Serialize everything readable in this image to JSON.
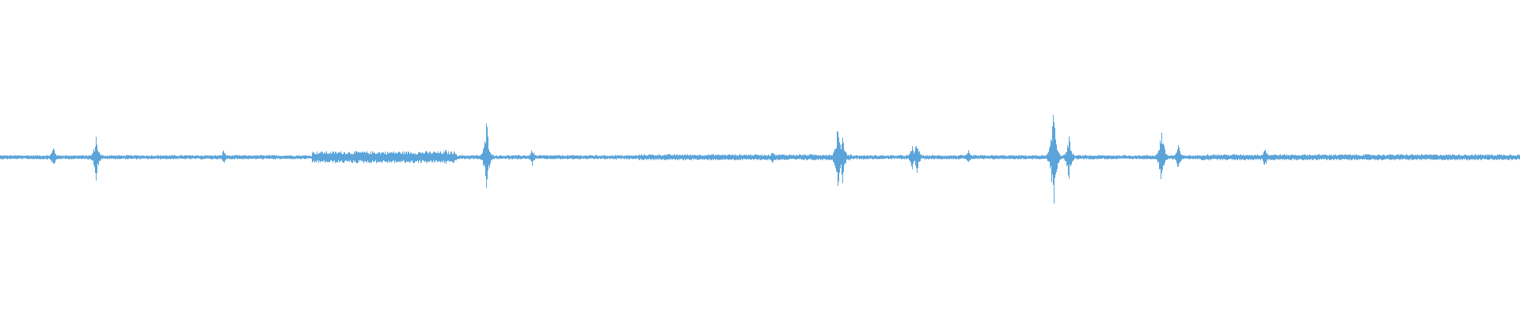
{
  "waveform": {
    "color": "#5ba4d9",
    "background": "#ffffff",
    "amplitude_scale": 1.0,
    "baseline_noise": 0.025,
    "dense_region": {
      "start": 0.205,
      "end": 0.3,
      "level": 0.07
    },
    "mid_region": {
      "start": 0.42,
      "end": 0.56,
      "level": 0.035
    },
    "late_region": {
      "start": 0.79,
      "end": 1.0,
      "level": 0.035
    },
    "spikes": [
      {
        "pos": 0.035,
        "amp": 0.14
      },
      {
        "pos": 0.063,
        "amp": 0.28
      },
      {
        "pos": 0.147,
        "amp": 0.1
      },
      {
        "pos": 0.212,
        "amp": 0.08
      },
      {
        "pos": 0.293,
        "amp": 0.1
      },
      {
        "pos": 0.32,
        "amp": 0.47
      },
      {
        "pos": 0.35,
        "amp": 0.11
      },
      {
        "pos": 0.405,
        "amp": 0.04
      },
      {
        "pos": 0.508,
        "amp": 0.09
      },
      {
        "pos": 0.551,
        "amp": 0.42
      },
      {
        "pos": 0.554,
        "amp": 0.34
      },
      {
        "pos": 0.6,
        "amp": 0.15
      },
      {
        "pos": 0.603,
        "amp": 0.22
      },
      {
        "pos": 0.637,
        "amp": 0.08
      },
      {
        "pos": 0.693,
        "amp": 0.72
      },
      {
        "pos": 0.703,
        "amp": 0.28
      },
      {
        "pos": 0.764,
        "amp": 0.4
      },
      {
        "pos": 0.775,
        "amp": 0.16
      },
      {
        "pos": 0.832,
        "amp": 0.14
      }
    ]
  }
}
